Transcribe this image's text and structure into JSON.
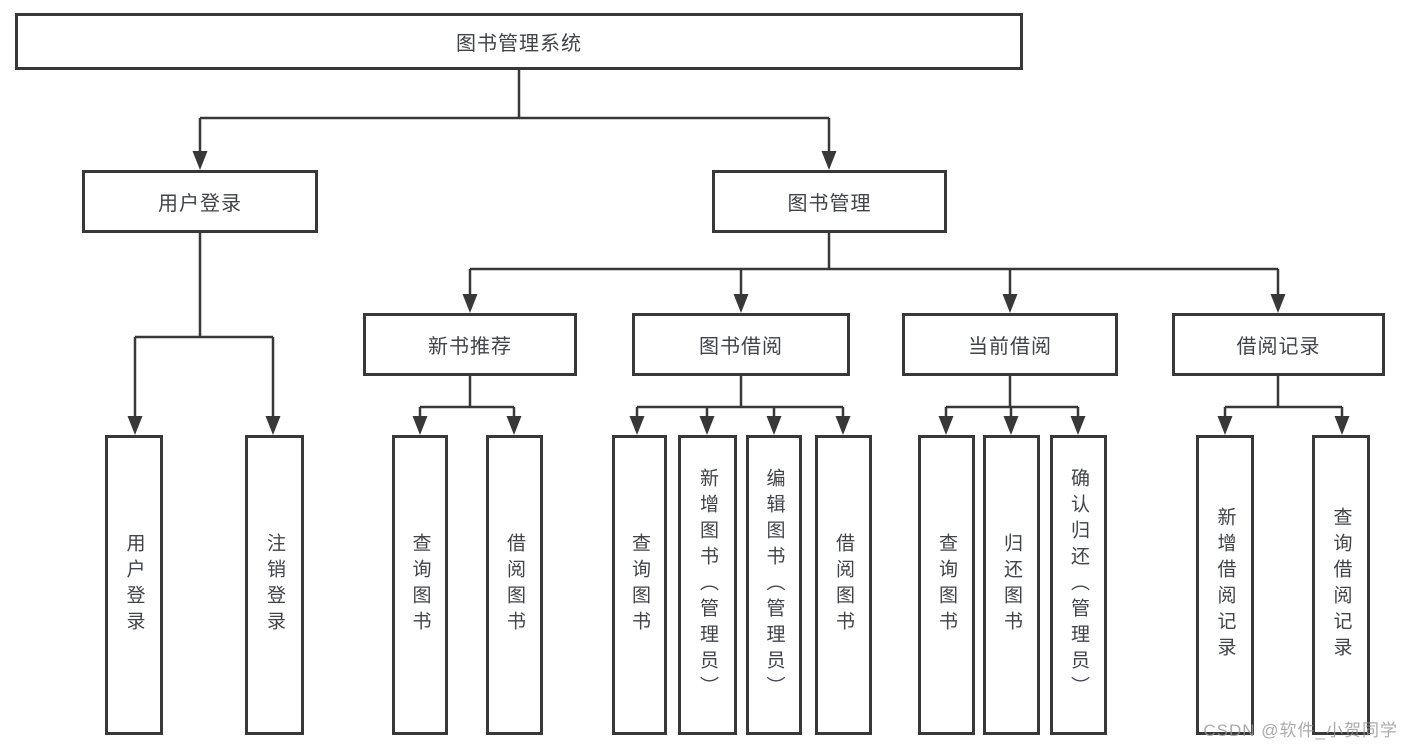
{
  "diagram": {
    "root": "图书管理系统",
    "branches": [
      {
        "label": "用户登录",
        "children": [
          "用户登录",
          "注销登录"
        ]
      },
      {
        "label": "图书管理",
        "modules": [
          {
            "label": "新书推荐",
            "children": [
              "查询图书",
              "借阅图书"
            ]
          },
          {
            "label": "图书借阅",
            "children": [
              "查询图书",
              "新增图书（管理员）",
              "编辑图书（管理员）",
              "借阅图书"
            ]
          },
          {
            "label": "当前借阅",
            "children": [
              "查询图书",
              "归还图书",
              "确认归还（管理员）"
            ]
          },
          {
            "label": "借阅记录",
            "children": [
              "新增借阅记录",
              "查询借阅记录"
            ]
          }
        ]
      }
    ]
  },
  "watermark": {
    "text": "CSDN @软件_小贺同学"
  },
  "colors": {
    "line": "#383838",
    "text": "#40434b",
    "background": "#ffffff",
    "watermark": "#969696"
  }
}
